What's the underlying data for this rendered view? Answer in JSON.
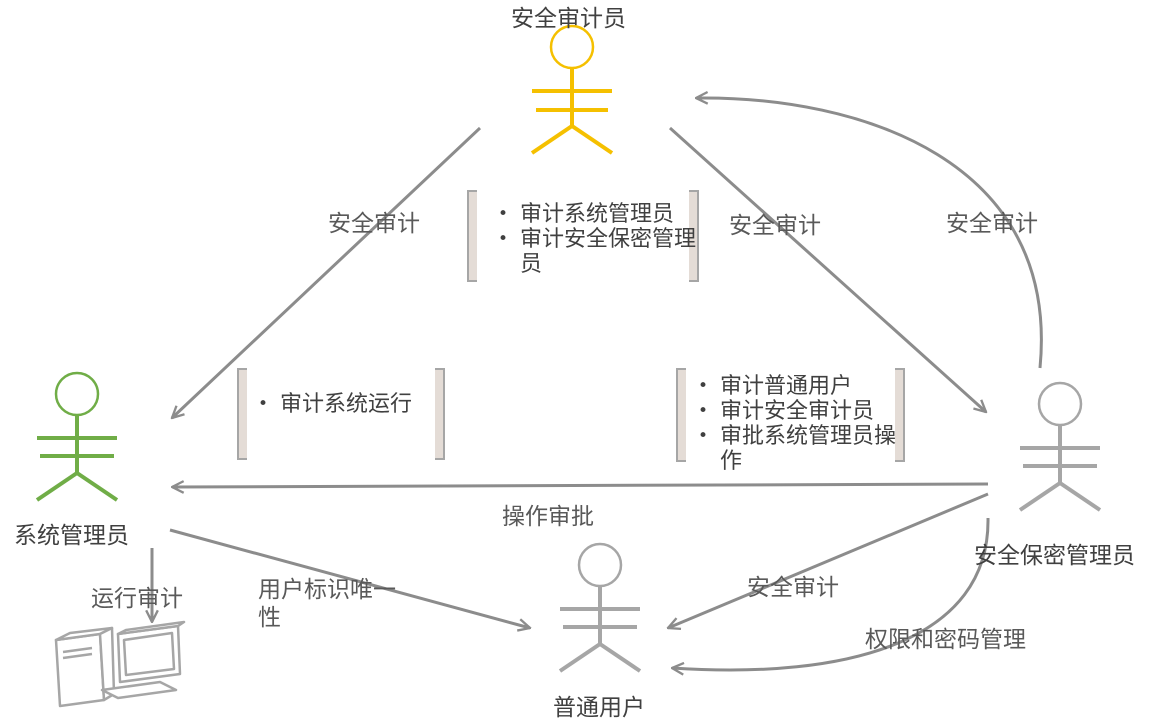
{
  "actors": {
    "auditor": {
      "label": "安全审计员",
      "color": "#F5C000"
    },
    "sysadmin": {
      "label": "系统管理员",
      "color": "#70AD47"
    },
    "secadmin": {
      "label": "安全保密管理员",
      "color": "#A6A6A6"
    },
    "user": {
      "label": "普通用户",
      "color": "#A6A6A6"
    }
  },
  "computer": {
    "icon": "computer-icon",
    "color": "#A6A6A6"
  },
  "edges": {
    "auditor_to_sysadmin": "安全审计",
    "auditor_to_secadmin": "安全审计",
    "secadmin_to_auditor": "安全审计",
    "secadmin_to_sysadmin": "操作审批",
    "sysadmin_to_user": "用户标识唯一性",
    "sysadmin_to_computer": "运行审计",
    "secadmin_to_user_audit": "安全审计",
    "secadmin_to_user_perm": "权限和密码管理"
  },
  "notes": {
    "auditor": [
      "审计系统管理员",
      "审计安全保密管理员"
    ],
    "sysadmin": [
      "审计系统运行"
    ],
    "secadmin": [
      "审计普通用户",
      "审计安全审计员",
      "审批系统管理员操作"
    ]
  },
  "colors": {
    "line": "#8C8C8C",
    "bracket_fill": "#E4DCD6"
  }
}
